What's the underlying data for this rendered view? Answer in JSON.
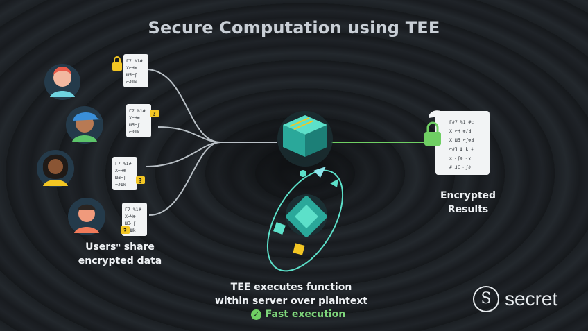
{
  "title": "Secure Computation using TEE",
  "users_caption": {
    "line1": "Usersⁿ share",
    "line2": "encrypted data"
  },
  "results_caption": {
    "line1": "Encrypted",
    "line2": "Results"
  },
  "tee_caption": {
    "line1": "TEE executes function",
    "line2": "within server over plaintext"
  },
  "fast_label": "Fast execution",
  "brand": {
    "name": "secret",
    "mark": "S"
  },
  "result_doc_lines": [
    "Г∂7 %1 #c",
    "X ⌐Ч ⊕/Ⅎ",
    "X Ш∃ ⌐ʃ⊕Ⅎ",
    "⌐∂⅂ Ш k ǂ",
    "x ⌐ʃ⊕ ⌐ɤ",
    "# ⅃ℇ ⌐ʃ∂"
  ],
  "colors": {
    "accent_green": "#6fcf63",
    "tee_teal": "#5ce0c9",
    "lock_yellow": "#f3c623"
  }
}
